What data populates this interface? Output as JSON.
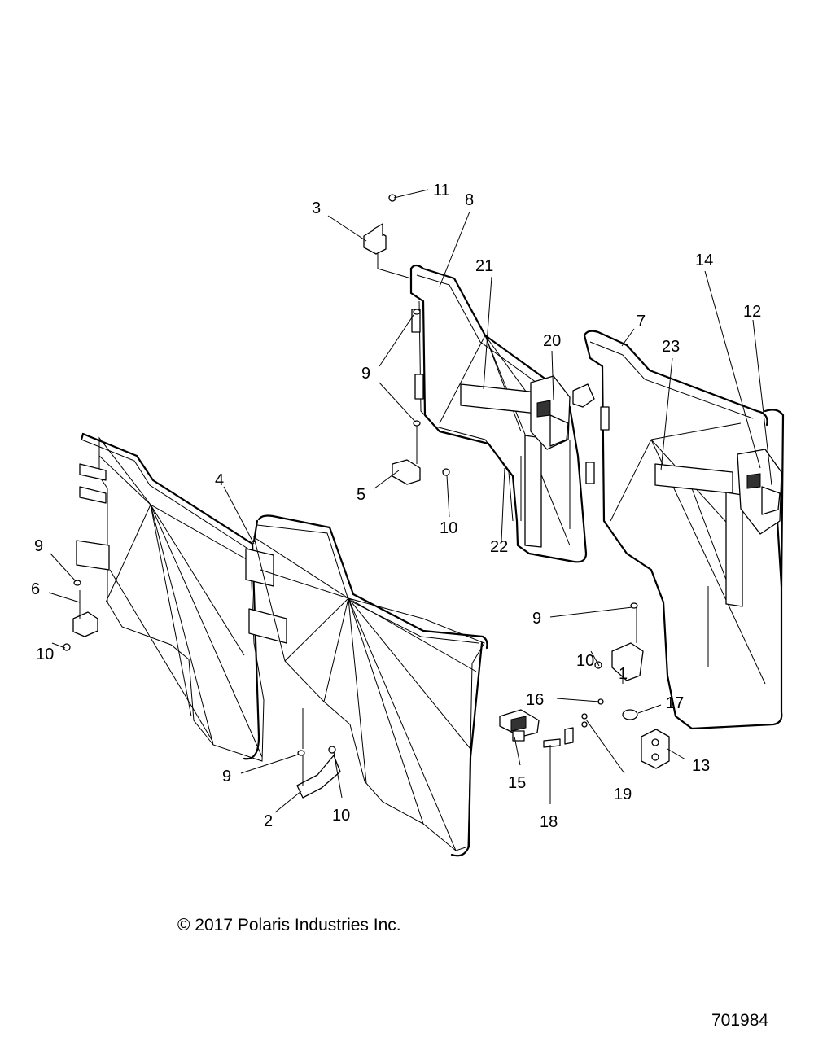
{
  "callouts": [
    {
      "id": "c-3",
      "text": "3"
    },
    {
      "id": "c-11",
      "text": "11"
    },
    {
      "id": "c-8",
      "text": "8"
    },
    {
      "id": "c-21",
      "text": "21"
    },
    {
      "id": "c-14",
      "text": "14"
    },
    {
      "id": "c-12",
      "text": "12"
    },
    {
      "id": "c-7",
      "text": "7"
    },
    {
      "id": "c-20",
      "text": "20"
    },
    {
      "id": "c-23",
      "text": "23"
    },
    {
      "id": "c-9a",
      "text": "9"
    },
    {
      "id": "c-4",
      "text": "4"
    },
    {
      "id": "c-5",
      "text": "5"
    },
    {
      "id": "c-10a",
      "text": "10"
    },
    {
      "id": "c-9b",
      "text": "9"
    },
    {
      "id": "c-6",
      "text": "6"
    },
    {
      "id": "c-10b",
      "text": "10"
    },
    {
      "id": "c-22",
      "text": "22"
    },
    {
      "id": "c-9c",
      "text": "9"
    },
    {
      "id": "c-10c",
      "text": "10"
    },
    {
      "id": "c-1",
      "text": "1"
    },
    {
      "id": "c-16",
      "text": "16"
    },
    {
      "id": "c-17",
      "text": "17"
    },
    {
      "id": "c-13",
      "text": "13"
    },
    {
      "id": "c-15",
      "text": "15"
    },
    {
      "id": "c-19",
      "text": "19"
    },
    {
      "id": "c-9d",
      "text": "9"
    },
    {
      "id": "c-2",
      "text": "2"
    },
    {
      "id": "c-10d",
      "text": "10"
    },
    {
      "id": "c-18",
      "text": "18"
    }
  ],
  "copyright": "© 2017 Polaris Industries Inc.",
  "diagram_number": "701984"
}
